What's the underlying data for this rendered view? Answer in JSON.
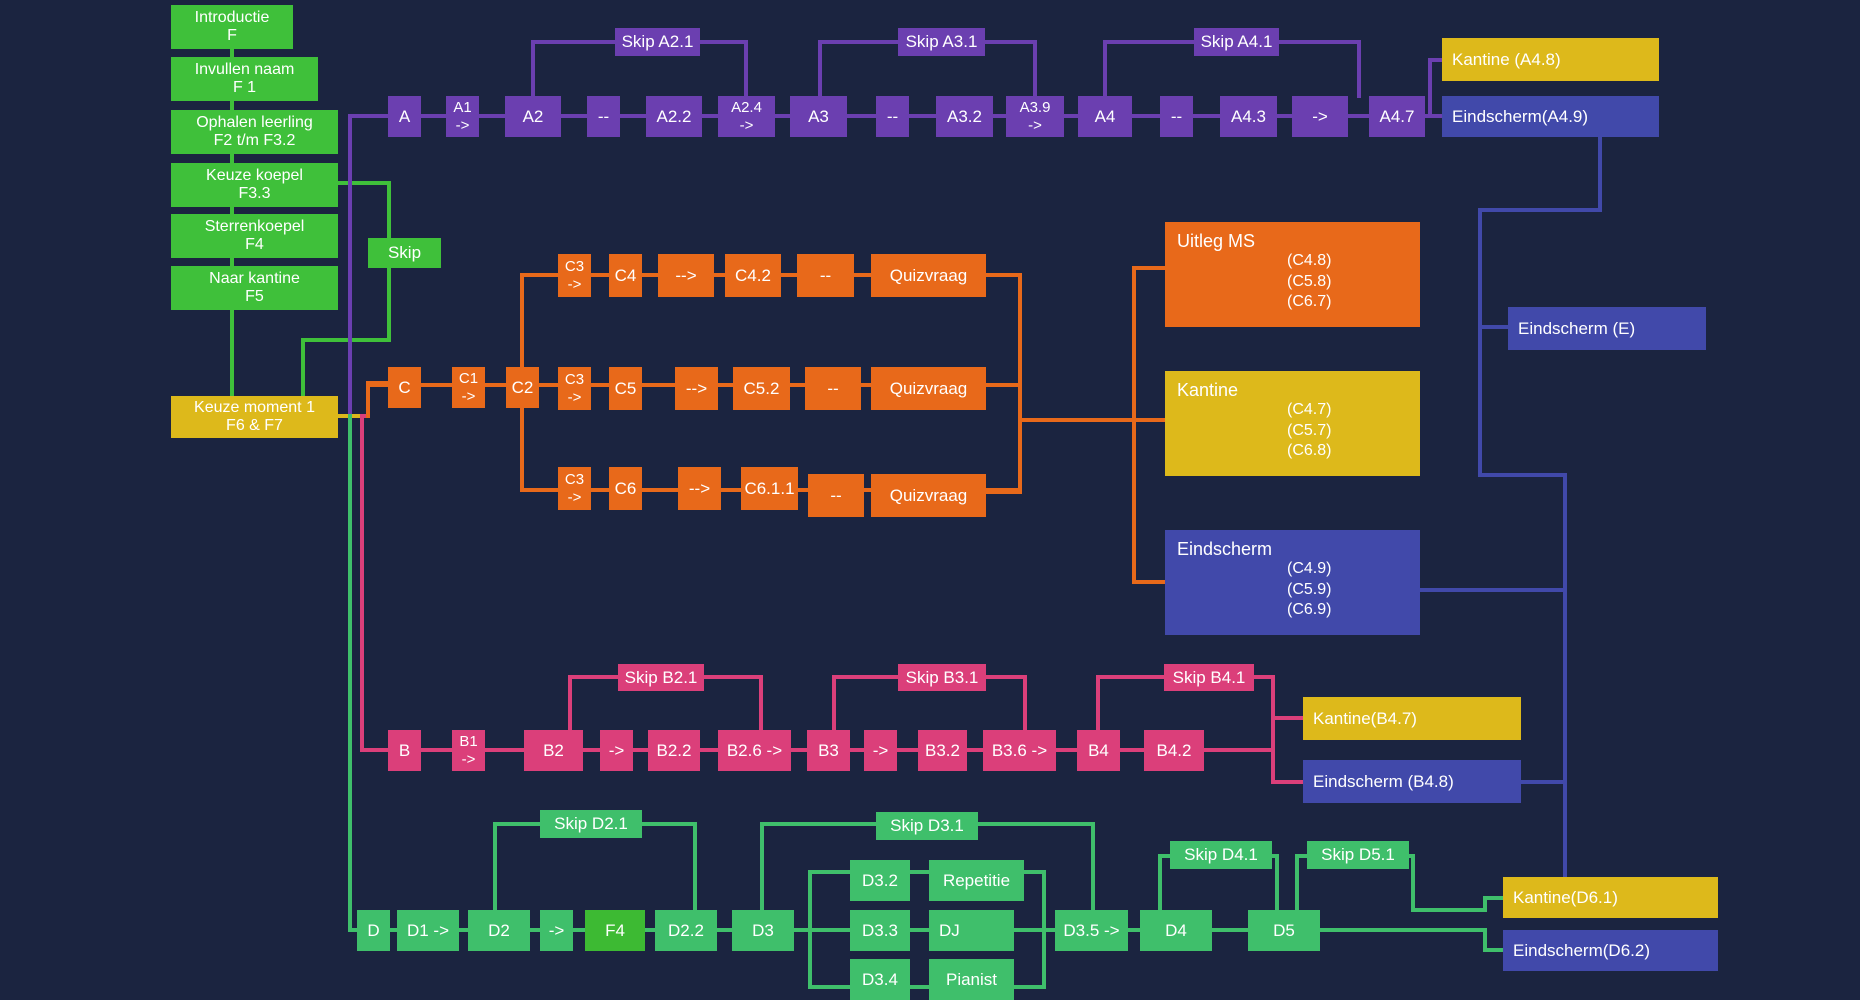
{
  "colors": {
    "background": "#1b2440",
    "green": "#3fc03a",
    "teal_green": "#3fbf6b",
    "purple": "#6b3fb0",
    "orange": "#e8691a",
    "yellow": "#ddb91b",
    "blue": "#4149aa",
    "pink": "#db3f7a"
  },
  "intro": {
    "introductie": [
      "Introductie",
      "F"
    ],
    "invullen": [
      "Invullen naam",
      "F 1"
    ],
    "ophalen": [
      "Ophalen leerling",
      "F2 t/m F3.2"
    ],
    "keuze_koepel": [
      "Keuze koepel",
      "F3.3"
    ],
    "sterrenkoepel": [
      "Sterrenkoepel",
      "F4"
    ],
    "naar_kantine": [
      "Naar kantine",
      "F5"
    ],
    "skip": "Skip",
    "keuze_moment": [
      "Keuze moment 1",
      "F6 & F7"
    ]
  },
  "track_a": {
    "a": "A",
    "a1": [
      "A1",
      "->"
    ],
    "a2": "A2",
    "dash1": "--",
    "a22": "A2.2",
    "a24": [
      "A2.4",
      "->"
    ],
    "a3": "A3",
    "dash2": "--",
    "a32": "A3.2",
    "a39": [
      "A3.9",
      "->"
    ],
    "a4": "A4",
    "dash3": "--",
    "a43": "A4.3",
    "arrow": "->",
    "a47": "A4.7",
    "skip_a21": "Skip A2.1",
    "skip_a31": "Skip A3.1",
    "skip_a41": "Skip A4.1",
    "kantine": "Kantine (A4.8)",
    "eindscherm": "Eindscherm(A4.9)"
  },
  "track_c": {
    "c": "C",
    "c1": [
      "C1",
      "->"
    ],
    "c2": "C2",
    "row1": {
      "c3": [
        "C3",
        "->"
      ],
      "c": "C4",
      "arrow": "-->",
      "c_sub": "C4.2",
      "dash": "--",
      "quiz": "Quizvraag"
    },
    "row2": {
      "c3": [
        "C3",
        "->"
      ],
      "c": "C5",
      "arrow": "-->",
      "c_sub": "C5.2",
      "dash": "--",
      "quiz": "Quizvraag"
    },
    "row3": {
      "c3": [
        "C3",
        "->"
      ],
      "c": "C6",
      "arrow": "-->",
      "c_sub": "C6.1.1",
      "dash": "--",
      "quiz": "Quizvraag"
    },
    "uitleg": {
      "title": "Uitleg MS",
      "items": [
        "(C4.8)",
        "(C5.8)",
        "(C6.7)"
      ]
    },
    "kantine": {
      "title": "Kantine",
      "items": [
        "(C4.7)",
        "(C5.7)",
        "(C6.8)"
      ]
    },
    "eindscherm": {
      "title": "Eindscherm",
      "items": [
        "(C4.9)",
        "(C5.9)",
        "(C6.9)"
      ]
    }
  },
  "eindscherm_e": "Eindscherm (E)",
  "track_b": {
    "b": "B",
    "b1": [
      "B1",
      "->"
    ],
    "b2": "B2",
    "arrow1": "->",
    "b22": "B2.2",
    "b26": "B2.6 ->",
    "b3": "B3",
    "arrow2": "->",
    "b32": "B3.2",
    "b36": "B3.6 ->",
    "b4": "B4",
    "b42": "B4.2",
    "skip_b21": "Skip B2.1",
    "skip_b31": "Skip B3.1",
    "skip_b41": "Skip B4.1",
    "kantine": "Kantine(B4.7)",
    "eindscherm": "Eindscherm (B4.8)"
  },
  "track_d": {
    "d": "D",
    "d1": "D1  ->",
    "d2": "D2",
    "arrow": "->",
    "f4": "F4",
    "d22": "D2.2",
    "d3": "D3",
    "d32": "D3.2",
    "d33": "D3.3",
    "d34": "D3.4",
    "repetitie": "Repetitie",
    "dj": "DJ",
    "pianist": "Pianist",
    "d35": "D3.5  ->",
    "d4": "D4",
    "d5": "D5",
    "skip_d21": "Skip D2.1",
    "skip_d31": "Skip D3.1",
    "skip_d41": "Skip D4.1",
    "skip_d51": "Skip D5.1",
    "kantine": "Kantine(D6.1)",
    "eindscherm": "Eindscherm(D6.2)"
  }
}
